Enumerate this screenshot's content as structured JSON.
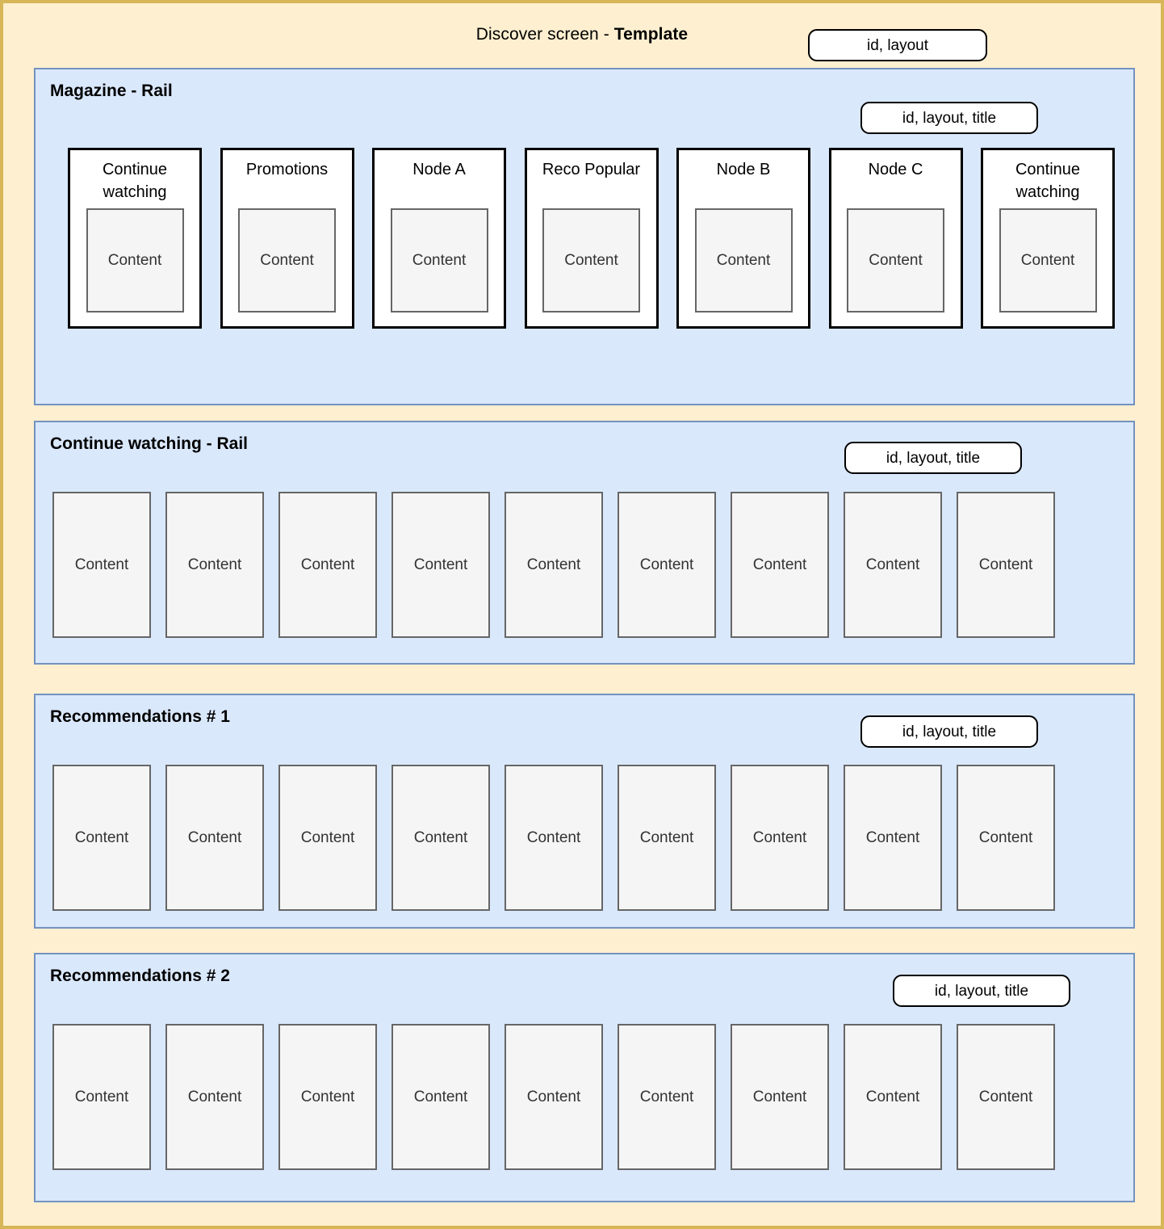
{
  "header": {
    "title_prefix": "Discover screen - ",
    "title_strong": "Template",
    "tag": "id, layout"
  },
  "colors": {
    "canvas_background": "#fdefd0",
    "canvas_border": "#d6b656",
    "panel_background": "#dae8fc",
    "panel_border": "#7392c0",
    "card_fill": "#ffffff",
    "card_border": "#000000",
    "content_fill": "#f5f5f5",
    "content_border": "#666666",
    "tag_fill": "#ffffff",
    "tag_border": "#000000"
  },
  "sections": [
    {
      "id": "magazine",
      "title": "Magazine - Rail",
      "tag": "id, layout, title",
      "type": "magazine",
      "cards": [
        {
          "title": "Continue watching",
          "content": "Content"
        },
        {
          "title": "Promotions",
          "content": "Content"
        },
        {
          "title": "Node A",
          "content": "Content"
        },
        {
          "title": "Reco Popular",
          "content": "Content"
        },
        {
          "title": "Node B",
          "content": "Content"
        },
        {
          "title": "Node C",
          "content": "Content"
        },
        {
          "title": "Continue watching",
          "content": "Content"
        }
      ]
    },
    {
      "id": "continue",
      "title": "Continue watching - Rail",
      "tag": "id, layout, title",
      "type": "rail",
      "cards": [
        {
          "content": "Content"
        },
        {
          "content": "Content"
        },
        {
          "content": "Content"
        },
        {
          "content": "Content"
        },
        {
          "content": "Content"
        },
        {
          "content": "Content"
        },
        {
          "content": "Content"
        },
        {
          "content": "Content"
        },
        {
          "content": "Content"
        }
      ]
    },
    {
      "id": "reco1",
      "title": "Recommendations # 1",
      "tag": "id, layout, title",
      "type": "rail",
      "cards": [
        {
          "content": "Content"
        },
        {
          "content": "Content"
        },
        {
          "content": "Content"
        },
        {
          "content": "Content"
        },
        {
          "content": "Content"
        },
        {
          "content": "Content"
        },
        {
          "content": "Content"
        },
        {
          "content": "Content"
        },
        {
          "content": "Content"
        }
      ]
    },
    {
      "id": "reco2",
      "title": "Recommendations # 2",
      "tag": "id, layout, title",
      "type": "rail",
      "cards": [
        {
          "content": "Content"
        },
        {
          "content": "Content"
        },
        {
          "content": "Content"
        },
        {
          "content": "Content"
        },
        {
          "content": "Content"
        },
        {
          "content": "Content"
        },
        {
          "content": "Content"
        },
        {
          "content": "Content"
        },
        {
          "content": "Content"
        }
      ]
    }
  ]
}
